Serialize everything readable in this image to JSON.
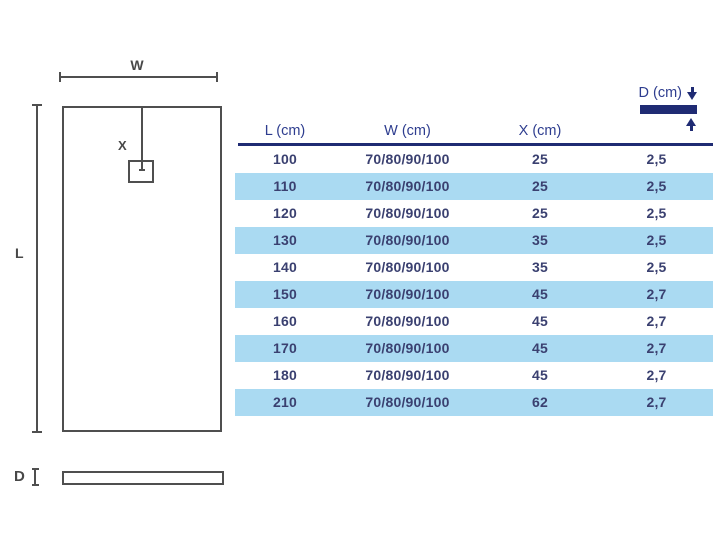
{
  "colors": {
    "navy": "#1f2b73",
    "header_text": "#2e3d8f",
    "data_text": "#3a4070",
    "row_highlight": "#aadaf2",
    "diagram_line": "#4f4f4f"
  },
  "diagram": {
    "width_label": "W",
    "length_label": "L",
    "drain_label": "X",
    "depth_label": "D"
  },
  "table": {
    "headers": {
      "l": "L (cm)",
      "w": "W (cm)",
      "x": "X (cm)",
      "d": "D (cm)"
    },
    "rows": [
      {
        "l": "100",
        "w": "70/80/90/100",
        "x": "25",
        "d": "2,5"
      },
      {
        "l": "110",
        "w": "70/80/90/100",
        "x": "25",
        "d": "2,5"
      },
      {
        "l": "120",
        "w": "70/80/90/100",
        "x": "25",
        "d": "2,5"
      },
      {
        "l": "130",
        "w": "70/80/90/100",
        "x": "35",
        "d": "2,5"
      },
      {
        "l": "140",
        "w": "70/80/90/100",
        "x": "35",
        "d": "2,5"
      },
      {
        "l": "150",
        "w": "70/80/90/100",
        "x": "45",
        "d": "2,7"
      },
      {
        "l": "160",
        "w": "70/80/90/100",
        "x": "45",
        "d": "2,7"
      },
      {
        "l": "170",
        "w": "70/80/90/100",
        "x": "45",
        "d": "2,7"
      },
      {
        "l": "180",
        "w": "70/80/90/100",
        "x": "45",
        "d": "2,7"
      },
      {
        "l": "210",
        "w": "70/80/90/100",
        "x": "62",
        "d": "2,7"
      }
    ]
  }
}
